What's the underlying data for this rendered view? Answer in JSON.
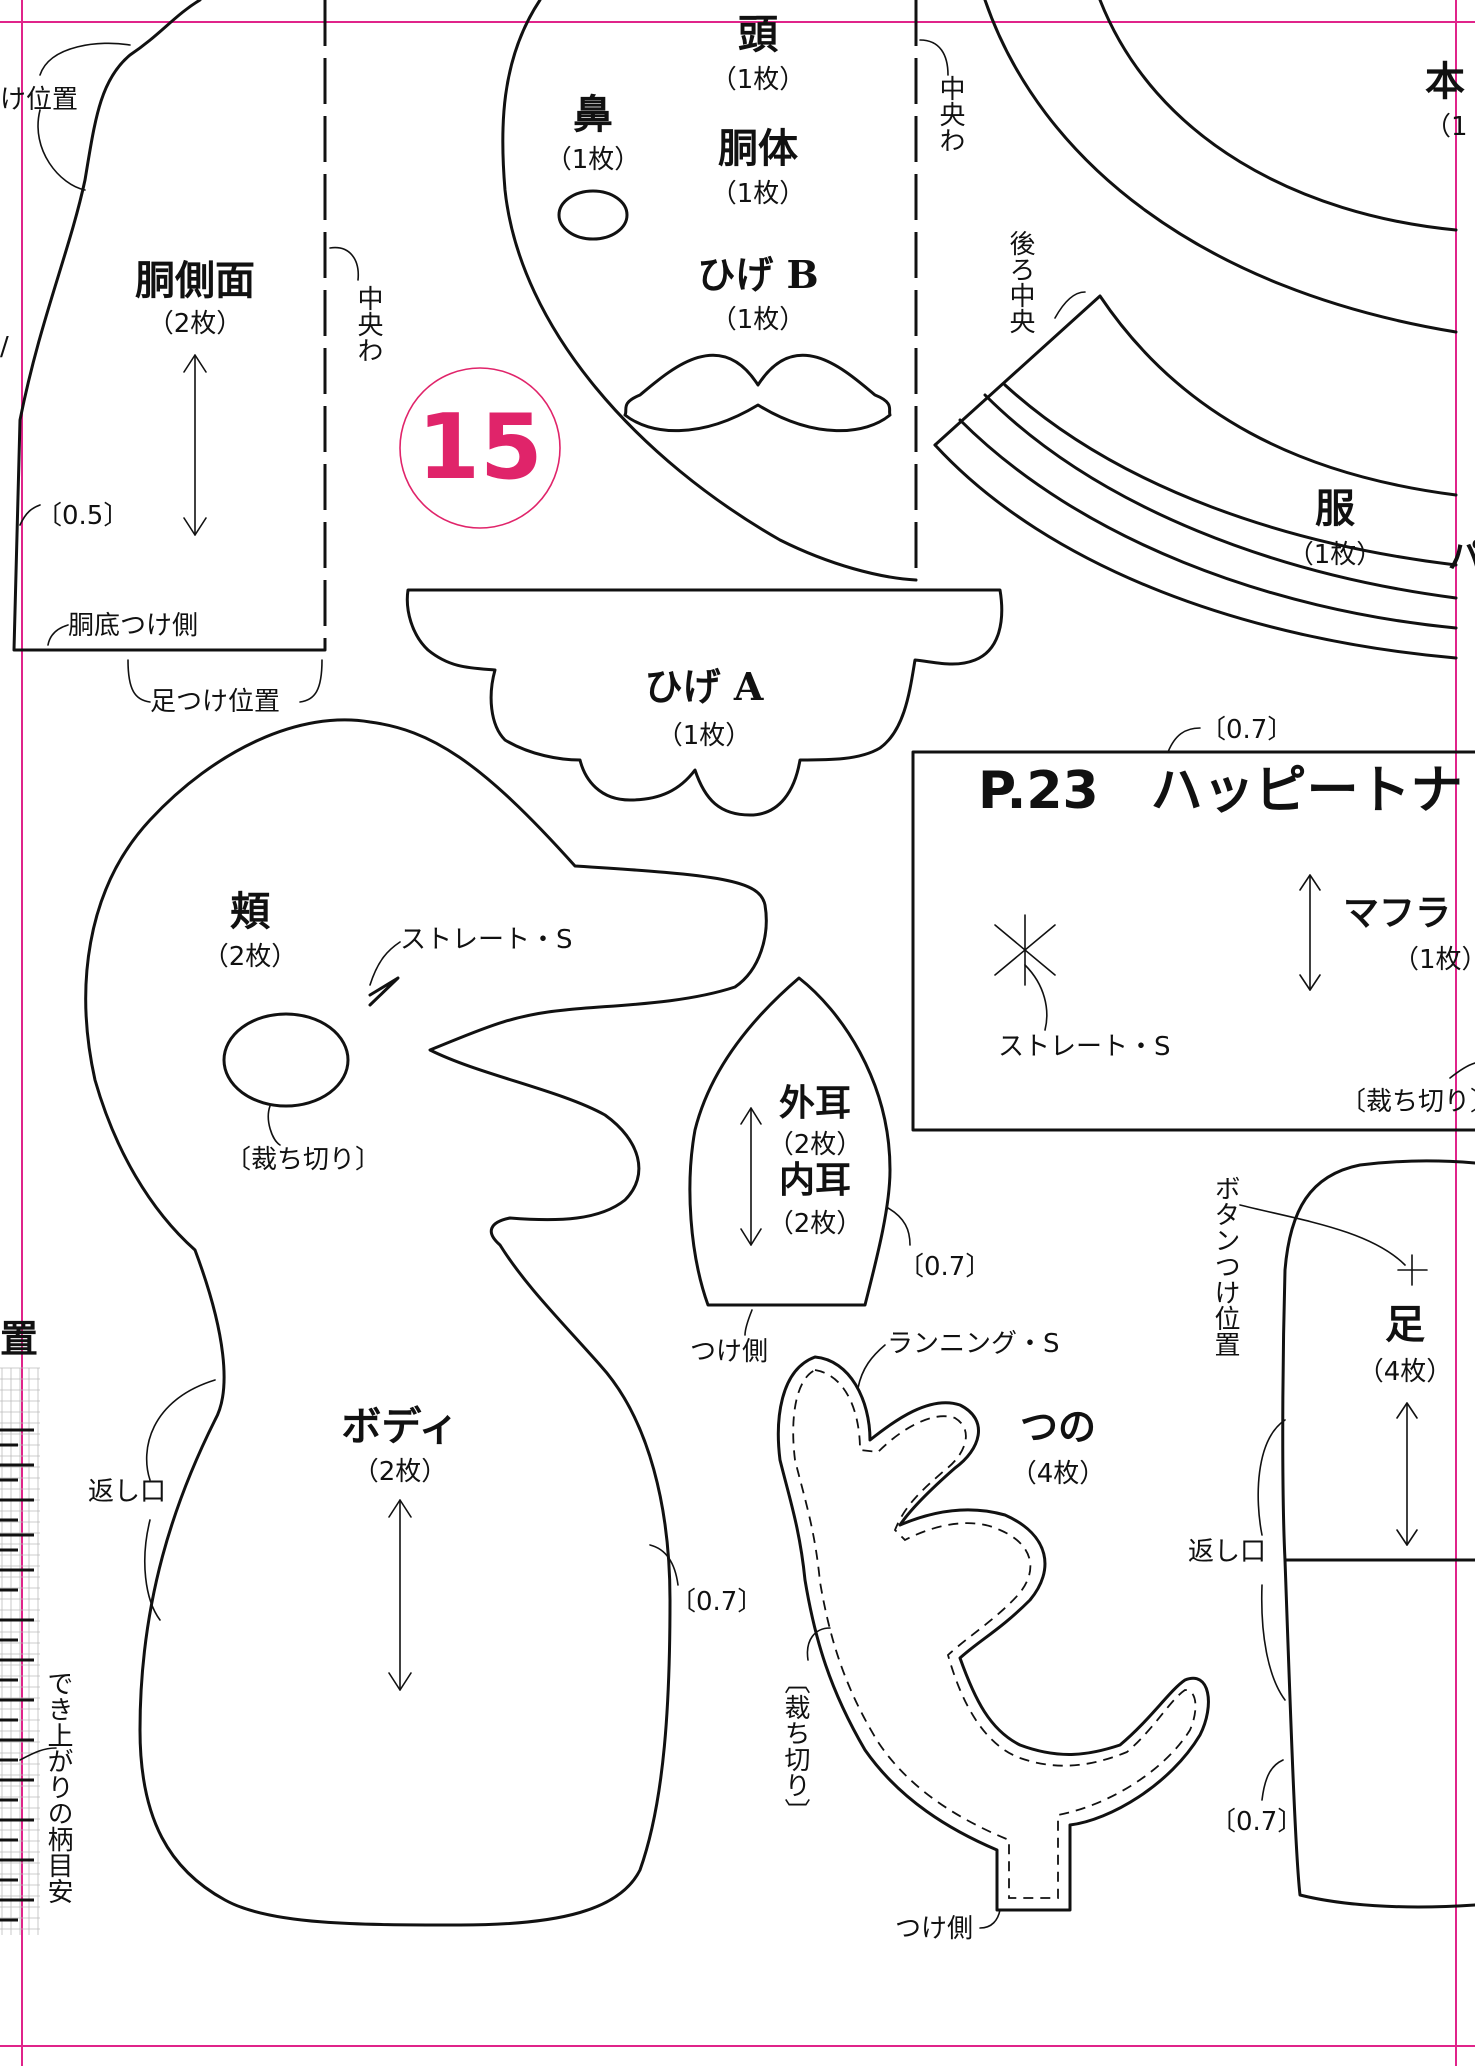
{
  "page_number": "15",
  "pieces": {
    "dou_sokumen": {
      "name": "胴側面",
      "count": "（2枚）"
    },
    "kashira": {
      "name": "頭",
      "count": "（1枚）"
    },
    "hana": {
      "name": "鼻",
      "count": "（1枚）"
    },
    "doutai": {
      "name": "胴体",
      "count": "（1枚）"
    },
    "hige_b": {
      "name": "ひげ B",
      "count": "（1枚）"
    },
    "hige_a": {
      "name": "ひげ A",
      "count": "（1枚）"
    },
    "hoho": {
      "name": "頬",
      "count": "（2枚）"
    },
    "body": {
      "name": "ボディ",
      "count": "（2枚）"
    },
    "sotomimi": {
      "name": "外耳",
      "count": "（2枚）"
    },
    "uchimimi": {
      "name": "内耳",
      "count": "（2枚）"
    },
    "tsuno": {
      "name": "つの",
      "count": "（4枚）"
    },
    "ashi": {
      "name": "足",
      "count": "（4枚）"
    },
    "fuku": {
      "name": "服",
      "count": "（1枚）"
    },
    "muffler": {
      "name": "マフラ",
      "count": "（1枚）"
    },
    "hon_partial": {
      "name": "本",
      "count": "（1"
    }
  },
  "notes": {
    "tsuke_ichi": "け位置",
    "chuou_wa": "中央わ",
    "seam_05": "〔0.5〕",
    "dou_zoko": "胴底つけ側",
    "ashi_tsuke": "足つけ位置",
    "straight_s": "ストレート・S",
    "saichigiri": "〔裁ち切り〕",
    "kaeshiguchi": "返し口",
    "seam_07": "〔0.7〕",
    "tsuke_gawa": "つけ側",
    "running_s": "ランニング・S",
    "ushiro_chuou": "後ろ中央",
    "button_ichi": "ボタンつけ位置",
    "dekiagari": "でき上がりの柄目安",
    "oki": "置",
    "partial_pa": "パ"
  },
  "header_box": {
    "title": "P.23　ハッピートナ"
  }
}
